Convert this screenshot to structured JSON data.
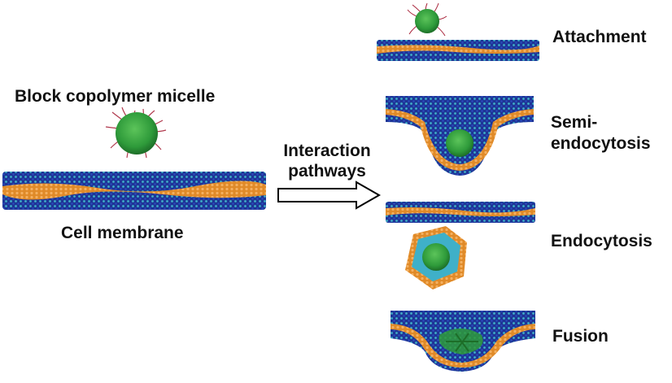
{
  "labels": {
    "micelle": "Block copolymer micelle",
    "membrane": "Cell membrane",
    "pathways_line1": "Interaction",
    "pathways_line2": "pathways",
    "attachment": "Attachment",
    "semi_line1": "Semi-",
    "semi_line2": "endocytosis",
    "endocytosis": "Endocytosis",
    "fusion": "Fusion"
  },
  "colors": {
    "head_dark": "#1a2d8c",
    "head_light": "#3fb0c8",
    "tail": "#e8922e",
    "core": "#2e9a3a",
    "corona": "#a8243a",
    "arrow": "#000000"
  }
}
